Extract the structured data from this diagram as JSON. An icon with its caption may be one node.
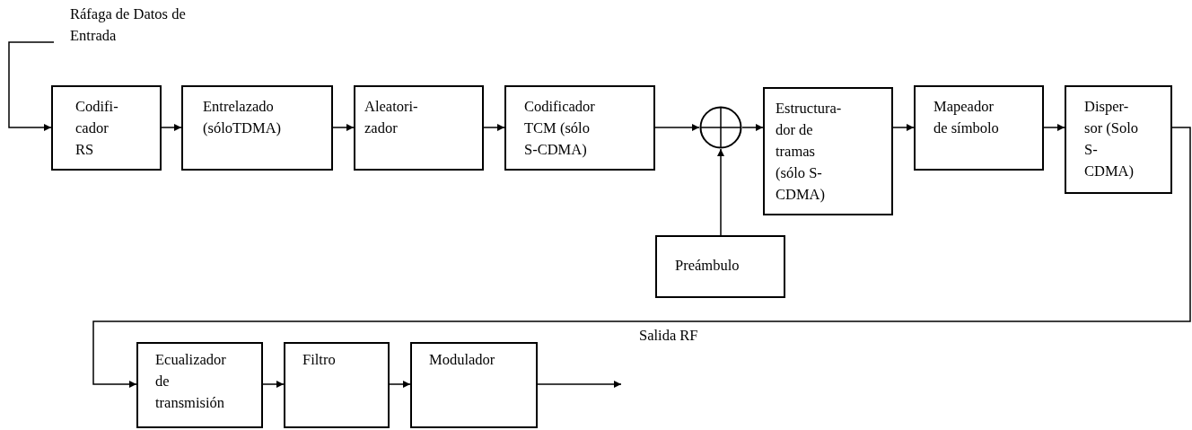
{
  "diagram": {
    "nodes": [
      {
        "text": [
          "Ráfaga de Datos de Entrada"
        ]
      },
      {
        "text": [
          "Codifi- cador RS"
        ]
      },
      {
        "text": [
          "Entrelazado (sóloTDMA)"
        ]
      },
      {
        "text": [
          "Aleatori- zador"
        ]
      },
      {
        "text": [
          "Codificador TCM (sólo S-CDMA)"
        ]
      },
      {
        "text": [],
        "shape": "circle"
      },
      {
        "text": [
          "Estructura- dor de tramas (sólo S- CDMA)"
        ]
      },
      {
        "text": [
          "Mapeador de símbolo"
        ]
      },
      {
        "text": [
          "Disper- sor (Solo S- CDMA)"
        ]
      },
      {
        "text": [
          "Preámbulo"
        ]
      },
      {
        "text": [
          "Ecualizador de transmisión"
        ]
      },
      {
        "text": [
          "Filtro"
        ]
      },
      {
        "text": [
          "Modulador"
        ]
      },
      {
        "text": [
          "Salida RF"
        ]
      }
    ],
    "edges": [
      {
        "from": 0,
        "to": 1,
        "arrow": "to"
      },
      {
        "from": 1,
        "to": 2,
        "arrow": "to"
      },
      {
        "from": 2,
        "to": 3,
        "arrow": "to"
      },
      {
        "from": 3,
        "to": 4,
        "arrow": "to"
      },
      {
        "from": 4,
        "to": 5,
        "arrow": "to"
      },
      {
        "from": 5,
        "to": 6,
        "arrow": "to"
      },
      {
        "from": 6,
        "to": 7,
        "arrow": "to"
      },
      {
        "from": 7,
        "to": 8,
        "arrow": "to"
      },
      {
        "from": 9,
        "to": 5,
        "arrow": "to"
      },
      {
        "from": 8,
        "to": 10,
        "arrow": "to"
      },
      {
        "from": 10,
        "to": 11,
        "arrow": "to"
      },
      {
        "from": 11,
        "to": 12,
        "arrow": "to"
      },
      {
        "from": 12,
        "to": 13,
        "arrow": "to"
      }
    ]
  }
}
